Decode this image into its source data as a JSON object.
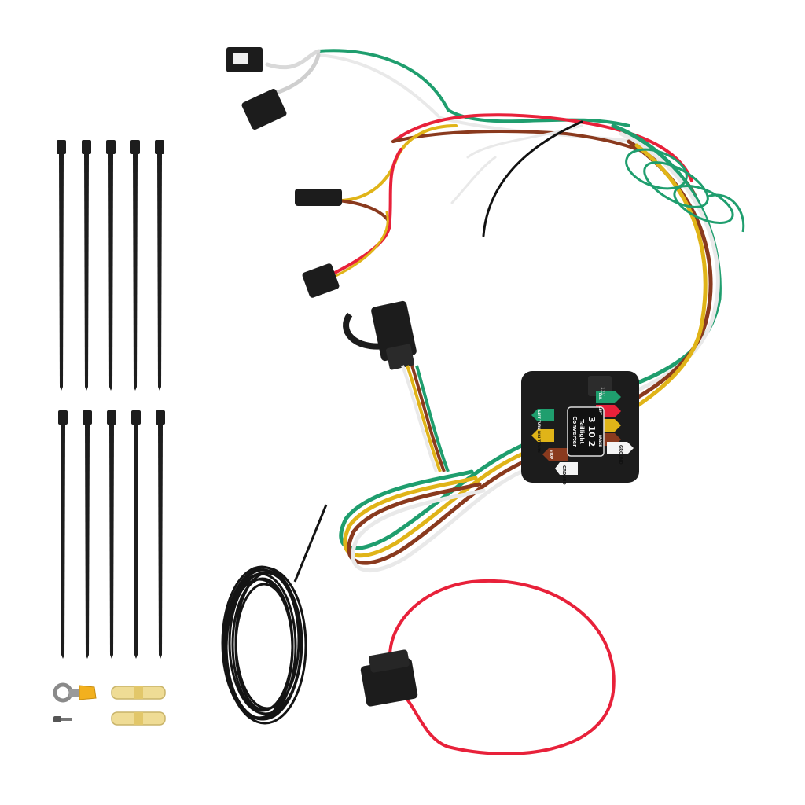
{
  "product": {
    "model": "3 10 2",
    "name_line1": "Taillight",
    "name_line2": "Converter",
    "voltage": "12V",
    "ground": "GROUND",
    "left_labels": [
      "GROUND",
      "RIGHT TURN",
      "LEFT TURN",
      "STOP"
    ],
    "right_labels": [
      "TAIL",
      "LEFT",
      "RIGHT",
      "BRAKE"
    ]
  },
  "colors": {
    "wire_green": "#1f9e6e",
    "wire_yellow": "#e0b418",
    "wire_brown": "#8a3a1e",
    "wire_white": "#e9e9e9",
    "wire_red": "#e8213a",
    "wire_black": "#111111",
    "box": "#1c1c1c"
  },
  "icons": [
    "zip-tie-icon",
    "ring-terminal-icon",
    "butt-connector-icon",
    "screw-icon",
    "fuse-holder-icon",
    "wire-coil-icon",
    "connector-icon"
  ]
}
